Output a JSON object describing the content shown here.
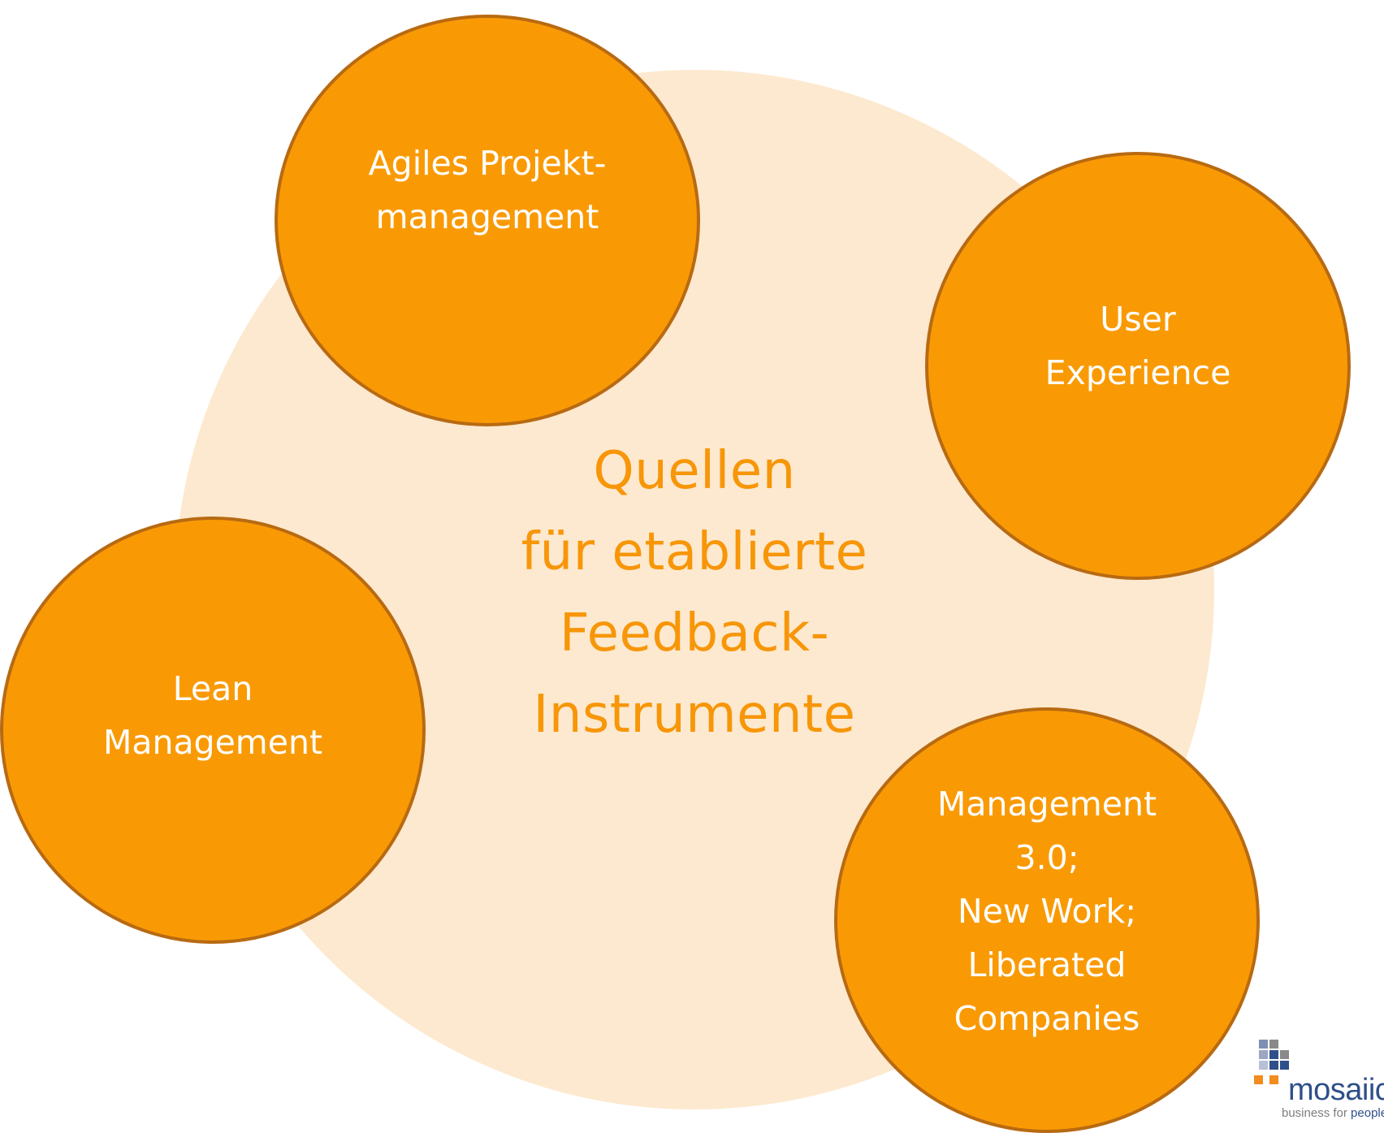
{
  "diagram": {
    "center": {
      "lines": [
        "Quellen",
        "für etablierte",
        "Feedback-",
        "Instrumente"
      ]
    },
    "nodes": {
      "agile": [
        "Agiles Projekt-",
        "management"
      ],
      "ux": [
        "User",
        "Experience"
      ],
      "lean": [
        "Lean",
        "Management"
      ],
      "mgmt": [
        "Management",
        "3.0;",
        "New Work;",
        "Liberated",
        "Companies"
      ]
    }
  },
  "logo": {
    "name": "mosaiic",
    "tagline_plain": "business for",
    "tagline_accent": "people"
  },
  "colors": {
    "background_circle": "#fde9cf",
    "node_fill": "#f99a05",
    "node_border": "#b86a12",
    "center_text": "#f79608",
    "node_text": "#ffffff",
    "logo_blue": "#2f4f8a",
    "logo_orange": "#f28c1e",
    "logo_gray": "#8a8a8a"
  }
}
